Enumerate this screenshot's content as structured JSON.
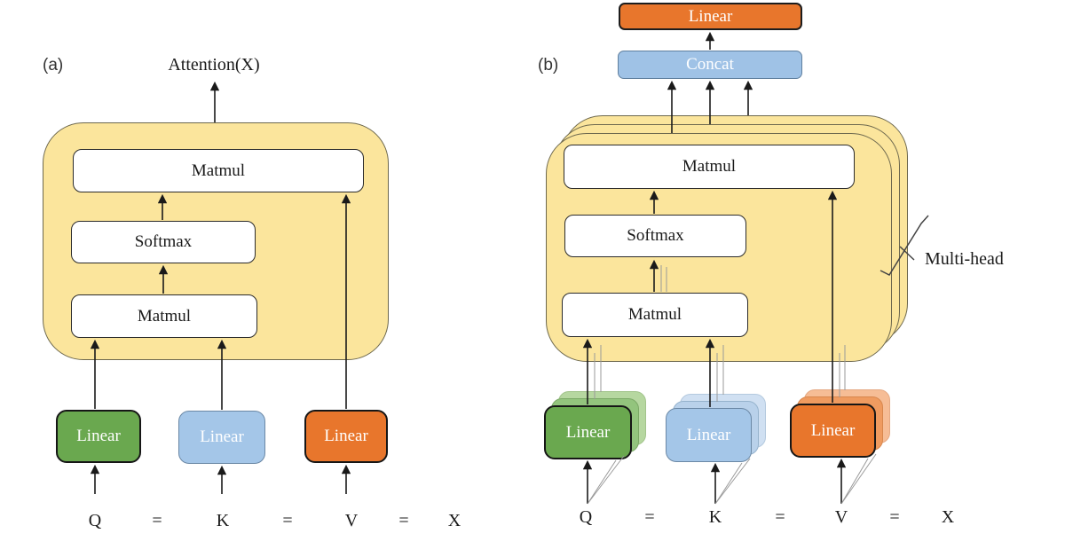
{
  "figure": {
    "description_labels": {
      "panel_a_tag": "(a)",
      "panel_b_tag": "(b)"
    }
  },
  "colors": {
    "container_yellow": "#fbe59c",
    "linear_q_green": "#6aa84f",
    "linear_k_blue": "#a4c6e8",
    "linear_v_orange": "#e8762c",
    "concat_blue": "#9fc2e6",
    "op_box_white": "#ffffff"
  },
  "panel_a": {
    "label": "(a)",
    "output": "Attention(X)",
    "matmul_top": "Matmul",
    "softmax": "Softmax",
    "matmul_bottom": "Matmul",
    "linear_q": "Linear",
    "linear_k": "Linear",
    "linear_v": "Linear",
    "input_q": "Q",
    "eq1": "=",
    "input_k": "K",
    "eq2": "=",
    "input_v": "V",
    "eq3": "=",
    "input_x": "X"
  },
  "panel_b": {
    "label": "(b)",
    "linear_out": "Linear",
    "concat": "Concat",
    "matmul_top": "Matmul",
    "softmax": "Softmax",
    "matmul_bottom": "Matmul",
    "linear_q": "Linear",
    "linear_k": "Linear",
    "linear_v": "Linear",
    "multi_head": "Multi-head",
    "input_q": "Q",
    "eq1": "=",
    "input_k": "K",
    "eq2": "=",
    "input_v": "V",
    "eq3": "=",
    "input_x": "X"
  }
}
